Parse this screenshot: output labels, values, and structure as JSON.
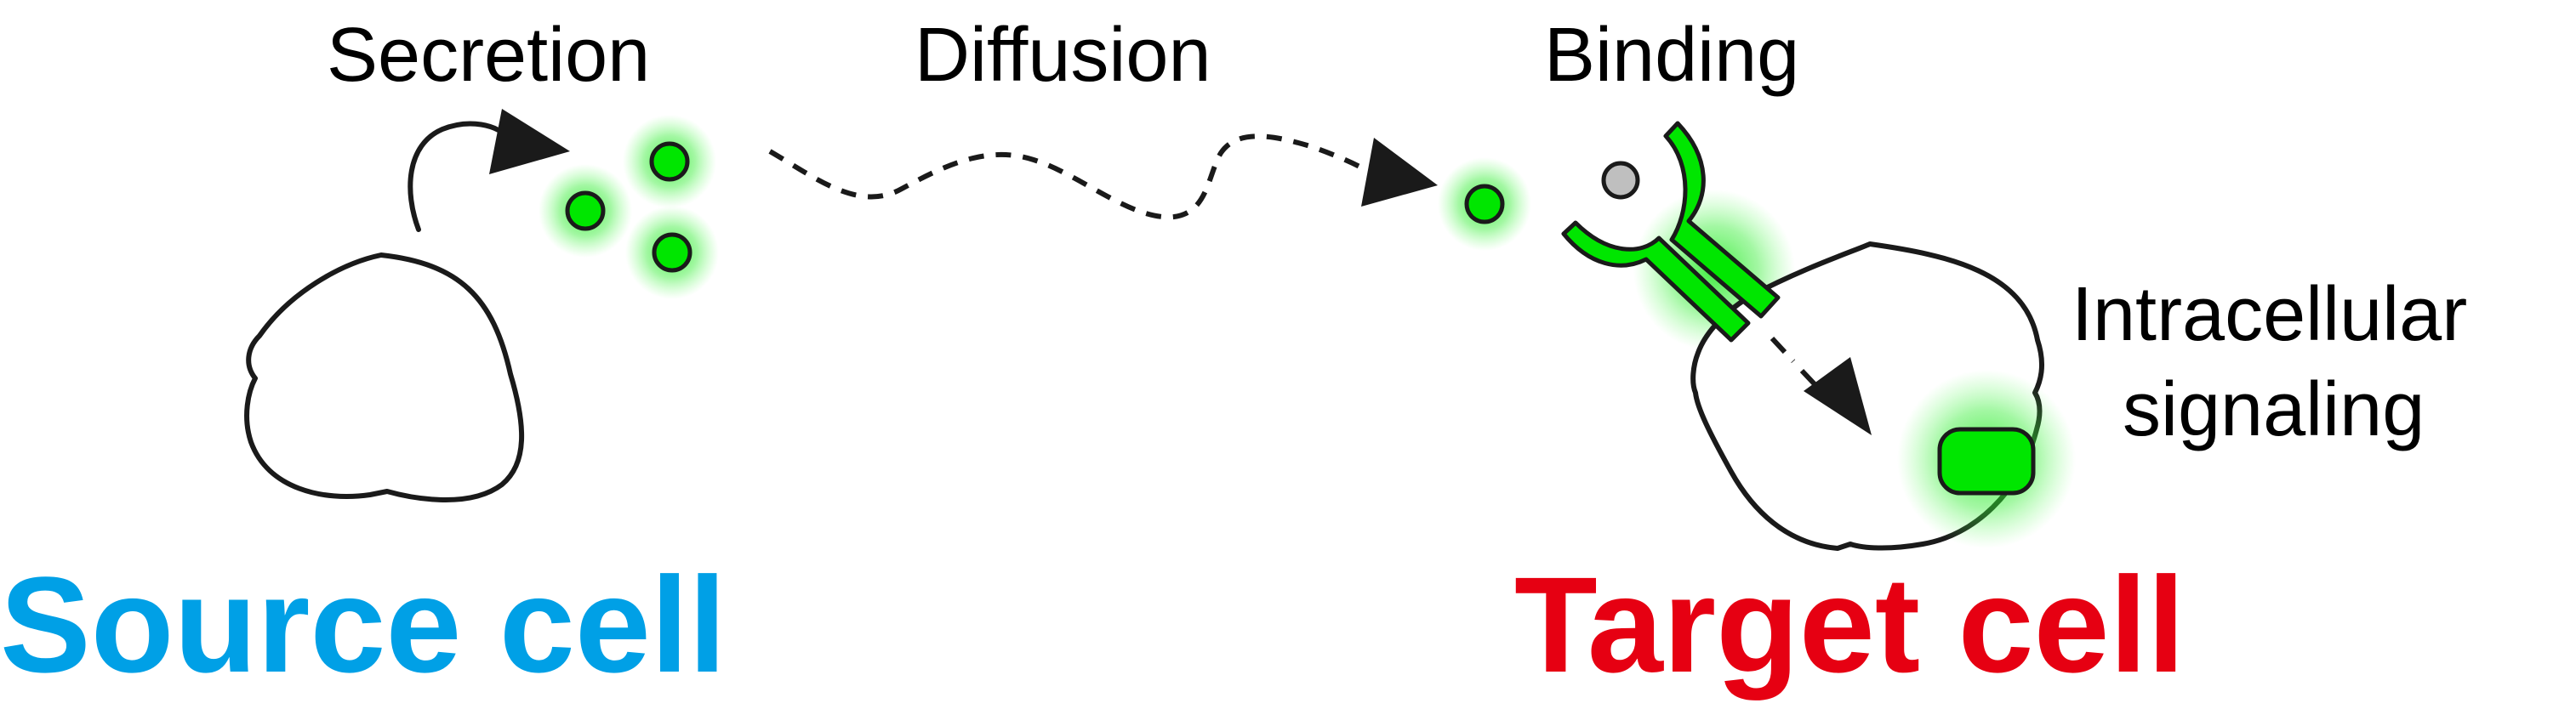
{
  "steps": {
    "secretion": "Secretion",
    "diffusion": "Diffusion",
    "binding": "Binding",
    "intracellular_line1": "Intracellular",
    "intracellular_line2": "signaling"
  },
  "cells": {
    "source": "Source cell",
    "target": "Target cell"
  },
  "colors": {
    "source_label": "#00a0e6",
    "target_label": "#e60012",
    "ligand": "#00e600",
    "outline": "#1a1a1a",
    "inhibitor": "#bfbfbf"
  }
}
